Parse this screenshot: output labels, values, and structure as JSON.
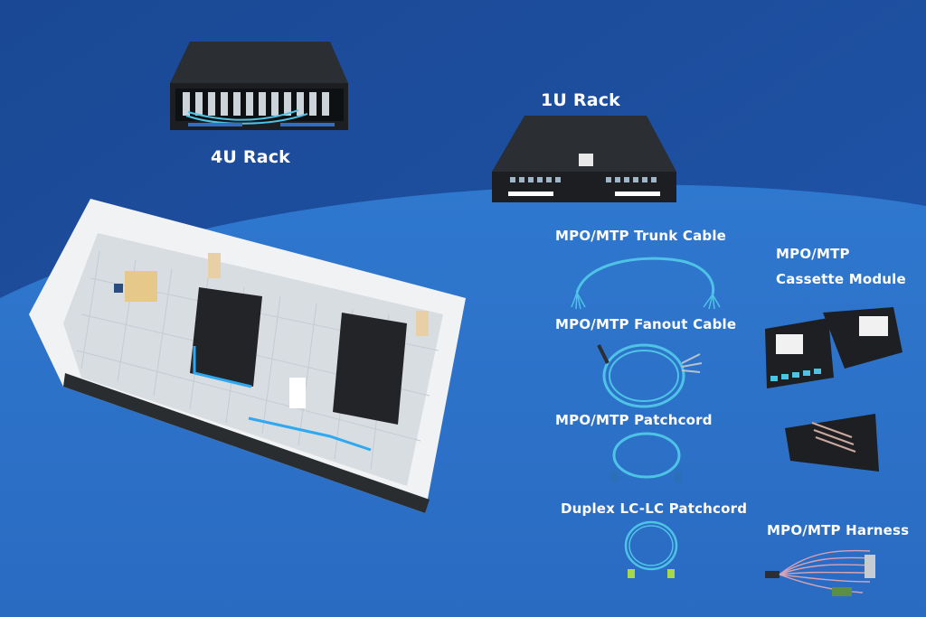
{
  "colors": {
    "background_dark": "#1d4f9e",
    "background_light": "#2f78cf",
    "cable_aqua": "#4ec3e6",
    "rack_metal": "#2b2e33"
  },
  "labels": {
    "rack_4u": "4U Rack",
    "rack_1u": "1U Rack",
    "trunk_cable": "MPO/MTP Trunk Cable",
    "cassette_line1": "MPO/MTP",
    "cassette_line2": "Cassette Module",
    "fanout_cable": "MPO/MTP Fanout Cable",
    "patchcord": "MPO/MTP Patchcord",
    "duplex_patchcord": "Duplex LC-LC Patchcord",
    "harness": "MPO/MTP Harness"
  },
  "images": [
    "4u-rack",
    "1u-rack",
    "data-center-room",
    "trunk-cable",
    "fanout-cable",
    "patchcord",
    "duplex-patchcord",
    "cassette-module",
    "harness"
  ]
}
